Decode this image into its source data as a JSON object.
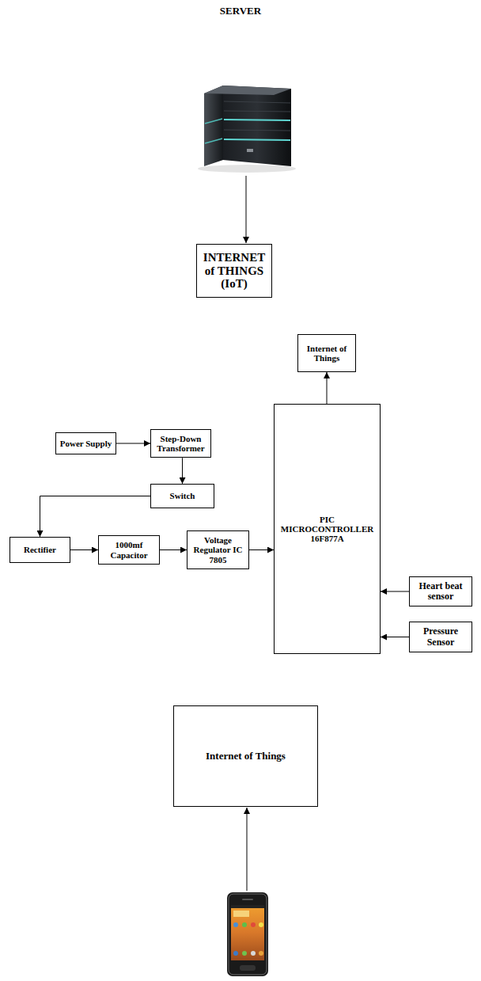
{
  "diagram": {
    "nodes": [
      {
        "text": [
          "INTERNET of THINGS (IoT)"
        ]
      },
      {
        "text": [
          "Internet of Things"
        ]
      },
      {
        "text": [
          "Power Supply"
        ]
      },
      {
        "text": [
          "Step-Down Transformer"
        ]
      },
      {
        "text": [
          "Switch"
        ]
      },
      {
        "text": [
          "Rectifier"
        ]
      },
      {
        "text": [
          "1000mf Capacitor"
        ]
      },
      {
        "text": [
          "Voltage Regulator IC 7805"
        ]
      },
      {
        "text": [
          "PIC MICROCONTROLLER 16F877A"
        ]
      },
      {
        "text": [
          "Heart beat sensor"
        ]
      },
      {
        "text": [
          "Pressure Sensor"
        ]
      },
      {
        "text": [
          "Internet of Things"
        ]
      }
    ],
    "edges": [
      {
        "from": 8,
        "to": 1,
        "arrow": "to"
      },
      {
        "from": 2,
        "to": 3,
        "arrow": "to"
      },
      {
        "from": 3,
        "to": 4,
        "arrow": "to"
      },
      {
        "from": 4,
        "to": 5,
        "arrow": "to"
      },
      {
        "from": 5,
        "to": 6,
        "arrow": "to"
      },
      {
        "from": 6,
        "to": 7,
        "arrow": "to"
      },
      {
        "from": 7,
        "to": 8,
        "arrow": "to"
      },
      {
        "from": 9,
        "to": 8,
        "arrow": "to"
      },
      {
        "from": 10,
        "to": 8,
        "arrow": "to"
      }
    ],
    "labels": [
      "SERVER"
    ]
  }
}
